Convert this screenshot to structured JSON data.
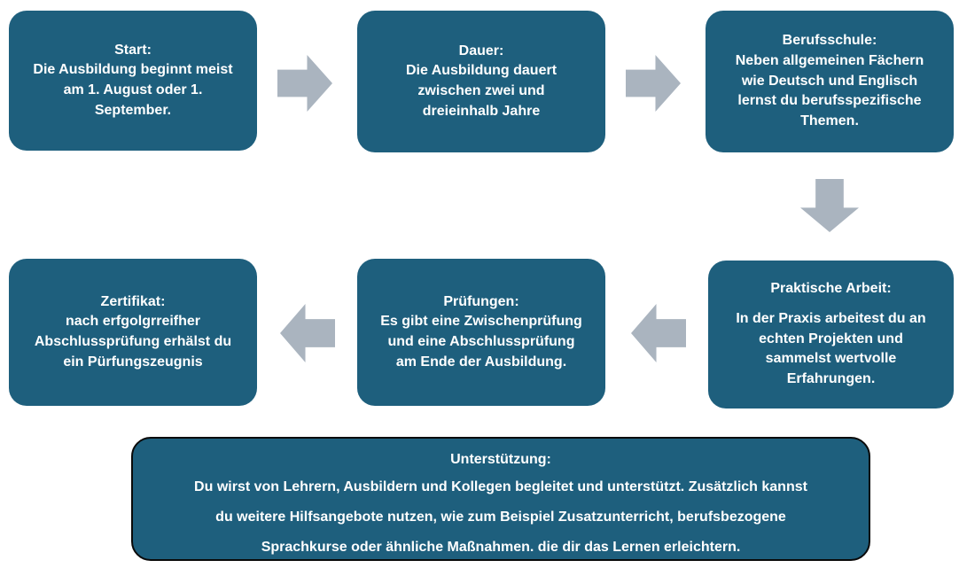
{
  "colors": {
    "background": "#FFFFFF",
    "box_fill": "#1E5F7D",
    "arrow": "#AAB4BF",
    "text": "#FFFFFF",
    "support_border": "#0A0A0A"
  },
  "boxes": {
    "start": {
      "title": "Start:",
      "body": [
        "Die Ausbildung beginnt meist",
        "am 1. August oder 1.",
        "September."
      ]
    },
    "dauer": {
      "title": "Dauer:",
      "body": [
        "Die Ausbildung dauert",
        "zwischen zwei und",
        "dreieinhalb Jahre"
      ]
    },
    "berufsschule": {
      "title": "Berufsschule:",
      "body": [
        "Neben allgemeinen Fächern",
        "wie Deutsch und Englisch",
        "lernst du berufsspezifische",
        "Themen."
      ]
    },
    "praktische_arbeit": {
      "title": "Praktische Arbeit:",
      "body": [
        "In der Praxis arbeitest du an",
        "echten Projekten und",
        "sammelst wertvolle",
        "Erfahrungen."
      ]
    },
    "pruefungen": {
      "title": "Prüfungen:",
      "body": [
        "Es gibt eine Zwischenprüfung",
        "und eine Abschlussprüfung",
        "am Ende der Ausbildung."
      ]
    },
    "zertifikat": {
      "title": "Zertifikat:",
      "body": [
        "nach erfgolgrreifher",
        "Abschlussprüfung erhälst du",
        "ein Pürfungszeugnis"
      ]
    },
    "unterstuetzung": {
      "title": "Unterstützung:",
      "body": [
        "Du wirst von Lehrern, Ausbildern und Kollegen begleitet und unterstützt. Zusätzlich kannst",
        "du weitere Hilfsangebote nutzen, wie zum Beispiel Zusatzunterricht, berufsbezogene",
        "Sprachkurse oder ähnliche Maßnahmen. die dir das Lernen erleichtern."
      ]
    }
  }
}
